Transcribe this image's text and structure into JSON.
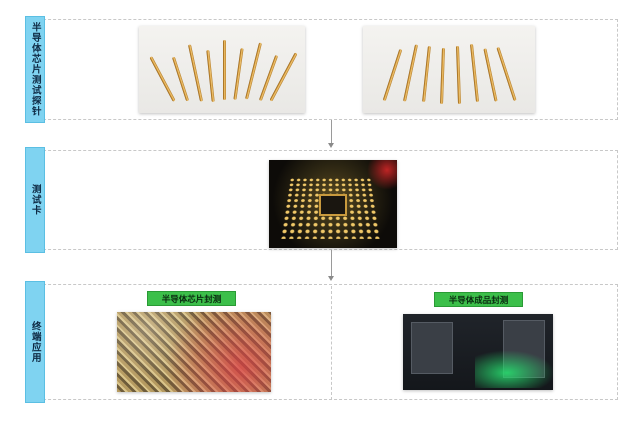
{
  "sections": [
    {
      "id": "probes",
      "label": "半导体芯片测试探针"
    },
    {
      "id": "test-card",
      "label": "测试卡"
    },
    {
      "id": "applications",
      "label": "终端应用"
    }
  ],
  "applications": {
    "left_tag": "半导体芯片封测",
    "right_tag": "半导体成品封测"
  },
  "colors": {
    "side_label_bg": "#7fd3f1",
    "tag_bg": "#3cbf4a",
    "border": "#c8c8c8",
    "arrow": "#9a9a9a"
  }
}
